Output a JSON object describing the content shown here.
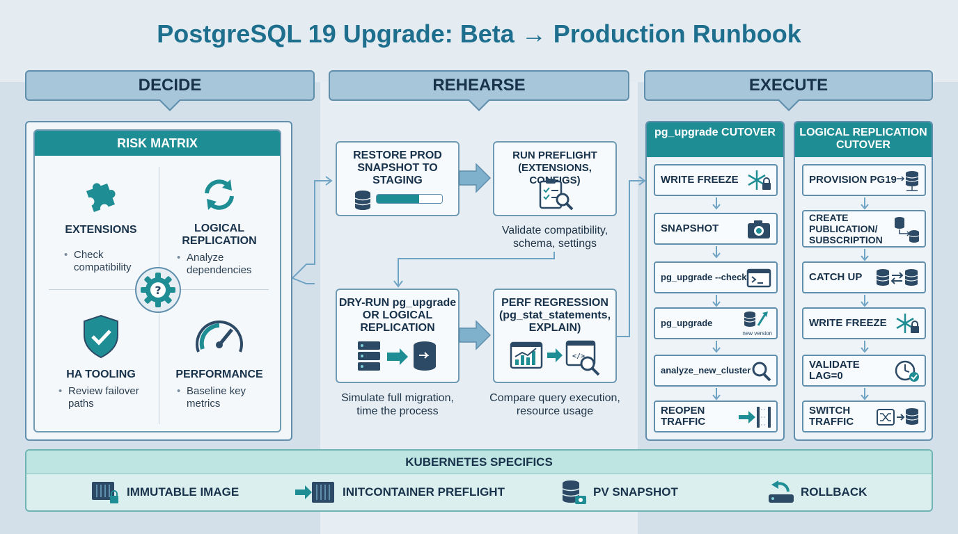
{
  "title": "PostgreSQL 19 Upgrade: Beta → Production Runbook",
  "phases": {
    "decide": "DECIDE",
    "rehearse": "REHEARSE",
    "execute": "EXECUTE"
  },
  "risk_matrix": {
    "header": "RISK MATRIX",
    "items": [
      {
        "title": "EXTENSIONS",
        "bullet": "Check compatibility",
        "icon": "puzzle-icon"
      },
      {
        "title": "LOGICAL REPLICATION",
        "bullet": "Analyze dependencies",
        "icon": "sync-icon"
      },
      {
        "title": "HA TOOLING",
        "bullet": "Review failover paths",
        "icon": "shield-check-icon"
      },
      {
        "title": "PERFORMANCE",
        "bullet": "Baseline key metrics",
        "icon": "gauge-icon"
      }
    ],
    "center_icon": "gear-question-icon"
  },
  "rehearse": {
    "restore": "RESTORE PROD SNAPSHOT TO STAGING",
    "restore_progress": 0.65,
    "preflight": "RUN PREFLIGHT (EXTENSIONS, CONFIGS)",
    "preflight_caption": "Validate compatibility, schema, settings",
    "dryrun": "DRY-RUN pg_upgrade OR LOGICAL REPLICATION",
    "dryrun_caption": "Simulate full migration, time the process",
    "perf": "PERF REGRESSION (pg_stat_statements, EXPLAIN)",
    "perf_caption": "Compare query execution, resource usage"
  },
  "execute": {
    "pg_upgrade": {
      "header": "pg_upgrade CUTOVER",
      "steps": [
        {
          "label": "WRITE FREEZE",
          "icon": "snowflake-lock-icon"
        },
        {
          "label": "SNAPSHOT",
          "icon": "camera-icon"
        },
        {
          "label": "pg_upgrade --check",
          "icon": "terminal-icon"
        },
        {
          "label": "pg_upgrade",
          "icon": "db-upgrade-icon",
          "note": "new version"
        },
        {
          "label": "analyze_new_cluster",
          "icon": "magnifier-icon"
        },
        {
          "label": "REOPEN TRAFFIC",
          "icon": "gate-arrow-icon"
        }
      ]
    },
    "logical": {
      "header": "LOGICAL REPLICATION CUTOVER",
      "steps": [
        {
          "label": "PROVISION PG19",
          "icon": "db-provision-icon"
        },
        {
          "label": "CREATE PUBLICATION/ SUBSCRIPTION",
          "icon": "db-publish-icon"
        },
        {
          "label": "CATCH UP",
          "icon": "db-sync-icon"
        },
        {
          "label": "WRITE FREEZE",
          "icon": "snowflake-lock-icon"
        },
        {
          "label": "VALIDATE LAG=0",
          "icon": "clock-check-icon"
        },
        {
          "label": "SWITCH TRAFFIC",
          "icon": "switch-db-icon"
        }
      ]
    }
  },
  "kubernetes": {
    "header": "KUBERNETES SPECIFICS",
    "items": [
      {
        "label": "IMMUTABLE IMAGE",
        "icon": "container-lock-icon"
      },
      {
        "label": "INITCONTAINER PREFLIGHT",
        "icon": "container-arrow-icon"
      },
      {
        "label": "PV SNAPSHOT",
        "icon": "volume-camera-icon"
      },
      {
        "label": "ROLLBACK",
        "icon": "rollback-icon"
      }
    ]
  },
  "colors": {
    "teal": "#1f8d94",
    "navy": "#2c4a66",
    "phase_bg": "#a8c6da",
    "arrow": "#7fb0cc"
  }
}
